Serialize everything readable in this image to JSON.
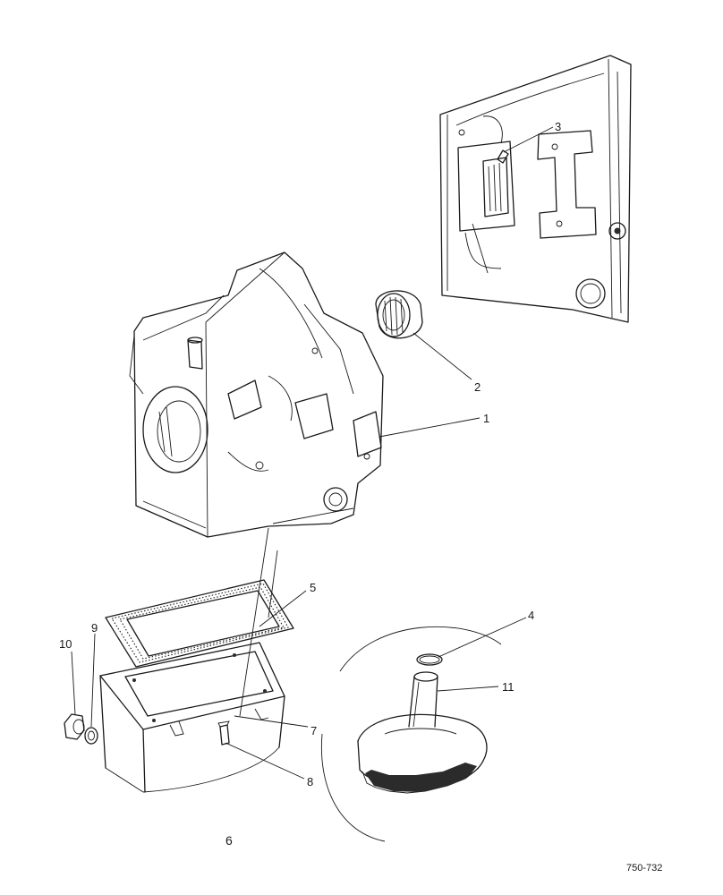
{
  "callouts": {
    "c1": "1",
    "c2": "2",
    "c3": "3",
    "c4": "4",
    "c5": "5",
    "c7": "7",
    "c8": "8",
    "c9": "9",
    "c10": "10",
    "c11": "11"
  },
  "figure_number": "6",
  "drawing_reference": "750-732"
}
